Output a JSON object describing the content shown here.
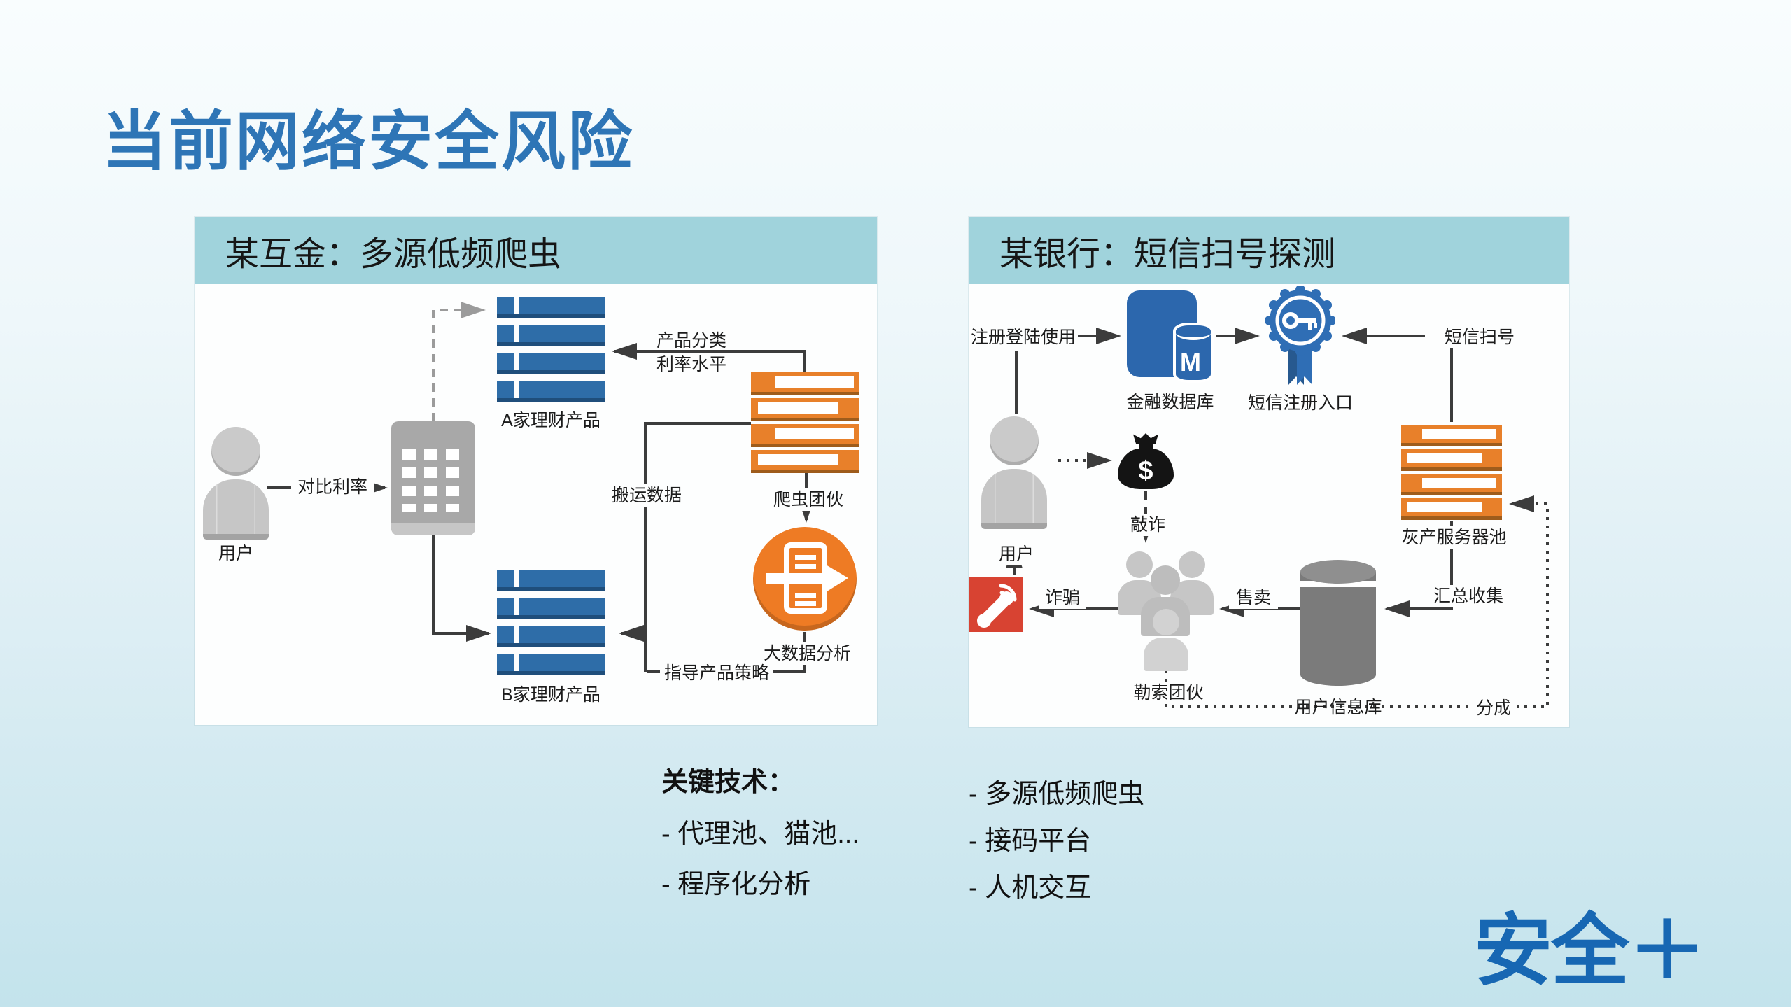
{
  "title": "当前网络安全风险",
  "logo": "安全＋",
  "left": {
    "header": "某互金：多源低频爬虫",
    "user": "用户",
    "compare": "对比利率",
    "a_products": "A家理财产品",
    "b_products": "B家理财产品",
    "classify_line1": "产品分类",
    "classify_line2": "利率水平",
    "crawler_gang": "爬虫团伙",
    "move_data": "搬运数据",
    "bigdata": "大数据分析",
    "guide": "指导产品策略"
  },
  "right": {
    "header": "某银行：短信扫号探测",
    "register": "注册登陆使用",
    "fin_db": "金融数据库",
    "fin_db_letter": "M",
    "sms_entry": "短信注册入口",
    "sms_scan": "短信扫号",
    "gray_servers": "灰产服务器池",
    "collect": "汇总收集",
    "user": "用户",
    "money_sign": "$",
    "blackmail": "敲诈",
    "ransom_gang": "勒索团伙",
    "sell": "售卖",
    "user_db": "用户信息库",
    "fraud": "诈骗",
    "split": "分成"
  },
  "notes": {
    "heading": "关键技术：",
    "left_items": [
      "- 代理池、猫池...",
      "- 程序化分析"
    ],
    "right_items": [
      "- 多源低频爬虫",
      "- 接码平台",
      "- 人机交互"
    ]
  },
  "colors": {
    "title_blue": "#2e75b6",
    "header_teal": "#a0d3dc",
    "bar_blue": "#2e6da8",
    "bar_blue_dark": "#1f4e7b",
    "server_orange": "#e8802a",
    "circle_orange": "#ee7b24",
    "phone_red": "#d84332",
    "icon_gray": "#c6c6c6",
    "wire_dark": "#3c3c3c",
    "logo_blue": "#1767b3"
  }
}
